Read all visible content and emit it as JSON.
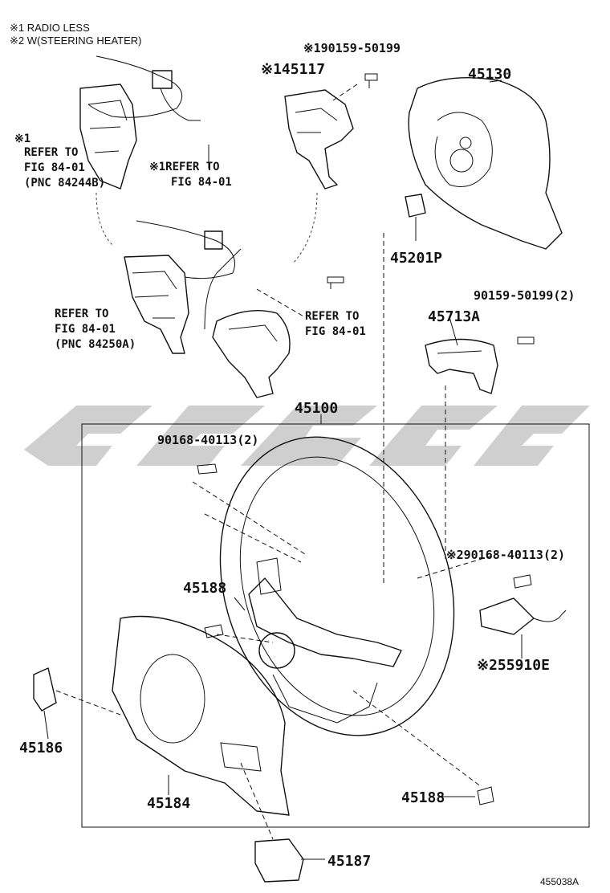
{
  "notes": {
    "note1": "※1 RADIO LESS",
    "note2": "※2 W(STEERING HEATER)"
  },
  "labels": {
    "part_45130": "45130",
    "part_45117": "※145117",
    "part_190159": "※190159-50199",
    "part_45201p": "45201P",
    "part_90159_2": "90159-50199(2)",
    "part_45713a": "45713A",
    "part_45100": "45100",
    "part_90168_a": "90168-40113(2)",
    "part_90168_b": "※290168-40113(2)",
    "part_55910e": "※255910E",
    "part_45188_a": "45188",
    "part_45188_b": "45188",
    "part_45186": "45186",
    "part_45184": "45184",
    "part_45187": "45187",
    "ref_a_1": "※1",
    "ref_a_2": "REFER TO",
    "ref_a_3": "FIG 84-01",
    "ref_a_4": "(PNC 84244B)",
    "ref_b_1": "※1REFER TO",
    "ref_b_2": "FIG 84-01",
    "ref_c_1": "REFER TO",
    "ref_c_2": "FIG 84-01",
    "ref_c_3": "(PNC 84250A)",
    "ref_d_1": "REFER TO",
    "ref_d_2": "FIG 84-01",
    "figure_id": "455038A"
  }
}
